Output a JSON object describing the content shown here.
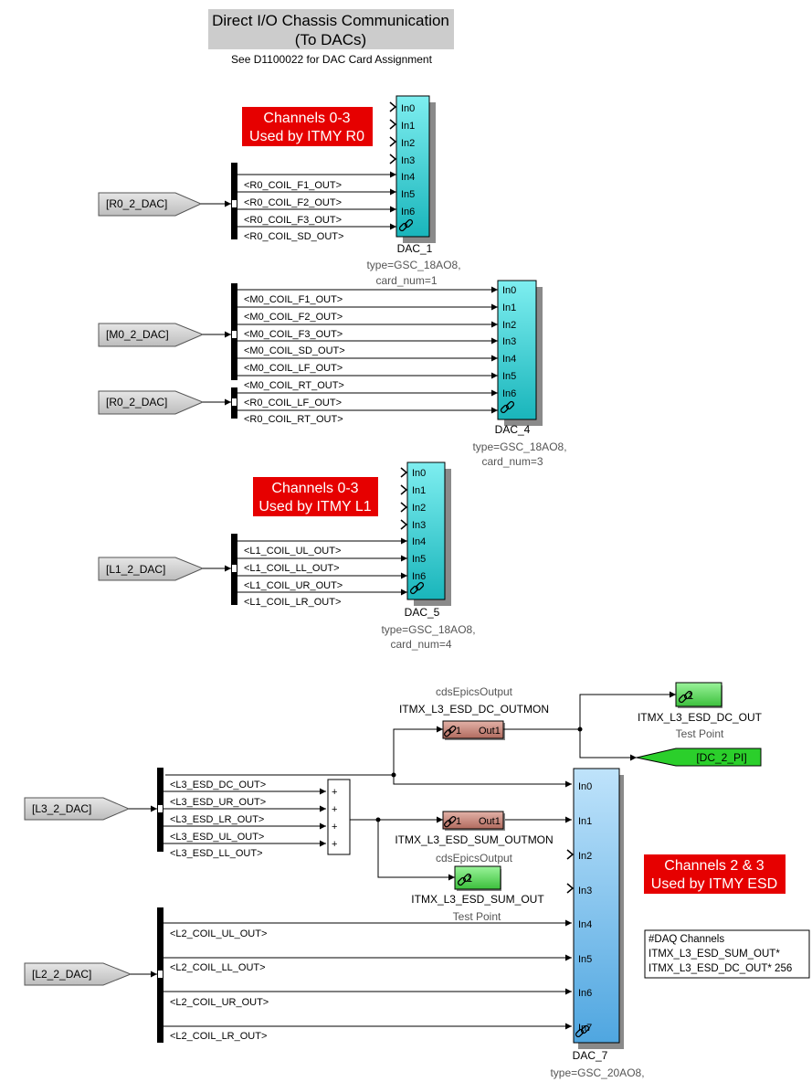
{
  "header": {
    "title_line1": "Direct I/O Chassis Communication",
    "title_line2": "(To DACs)",
    "subtitle": "See D1100022 for DAC Card Assignment"
  },
  "colors": {
    "title_bg": "#cccccc",
    "annotation_red": "#e60000",
    "dac_teal": "#3fd4d8",
    "dac_blue": "#6bbcec",
    "goto_gray": "#d0d0d0",
    "testpoint_green": "#55d055",
    "epics_brown": "#c08070"
  },
  "annotations": {
    "r0": {
      "line1": "Channels 0-3",
      "line2": "Used by ITMY R0"
    },
    "l1": {
      "line1": "Channels 0-3",
      "line2": "Used by ITMY L1"
    },
    "esd": {
      "line1": "Channels 2 & 3",
      "line2": "Used by ITMY ESD"
    }
  },
  "ports": {
    "in0": "In0",
    "in1": "In1",
    "in2": "In2",
    "in3": "In3",
    "in4": "In4",
    "in5": "In5",
    "in6": "In6",
    "in7": "In7",
    "one": "1",
    "out1": "Out1",
    "plus": "+"
  },
  "from_tags": {
    "r0_a": "[R0_2_DAC]",
    "m0": "[M0_2_DAC]",
    "r0_b": "[R0_2_DAC]",
    "l1": "[L1_2_DAC]",
    "l3": "[L3_2_DAC]",
    "l2": "[L2_2_DAC]"
  },
  "goto_tag": "[DC_2_PI]",
  "signals": {
    "r0_a": [
      "<R0_COIL_F1_OUT>",
      "<R0_COIL_F2_OUT>",
      "<R0_COIL_F3_OUT>",
      "<R0_COIL_SD_OUT>"
    ],
    "m0": [
      "<M0_COIL_F1_OUT>",
      "<M0_COIL_F2_OUT>",
      "<M0_COIL_F3_OUT>",
      "<M0_COIL_SD_OUT>",
      "<M0_COIL_LF_OUT>",
      "<M0_COIL_RT_OUT>"
    ],
    "r0_b": [
      "<R0_COIL_LF_OUT>",
      "<R0_COIL_RT_OUT>"
    ],
    "l1": [
      "<L1_COIL_UL_OUT>",
      "<L1_COIL_LL_OUT>",
      "<L1_COIL_UR_OUT>",
      "<L1_COIL_LR_OUT>"
    ],
    "l3": [
      "<L3_ESD_DC_OUT>",
      "<L3_ESD_UR_OUT>",
      "<L3_ESD_LR_OUT>",
      "<L3_ESD_UL_OUT>",
      "<L3_ESD_LL_OUT>"
    ],
    "l2": [
      "<L2_COIL_UL_OUT>",
      "<L2_COIL_LL_OUT>",
      "<L2_COIL_UR_OUT>",
      "<L2_COIL_LR_OUT>"
    ]
  },
  "dacs": {
    "dac1": {
      "name": "DAC_1",
      "type": "type=GSC_18AO8,",
      "card": "card_num=1"
    },
    "dac4": {
      "name": "DAC_4",
      "type": "type=GSC_18AO8,",
      "card": "card_num=3"
    },
    "dac5": {
      "name": "DAC_5",
      "type": "type=GSC_18AO8,",
      "card": "card_num=4"
    },
    "dac7": {
      "name": "DAC_7",
      "type": "type=GSC_20AO8,"
    }
  },
  "epics": {
    "dc": {
      "label": "cdsEpicsOutput",
      "name": "ITMX_L3_ESD_DC_OUTMON"
    },
    "sum": {
      "label": "cdsEpicsOutput",
      "name": "ITMX_L3_ESD_SUM_OUTMON"
    }
  },
  "testpoints": {
    "dc": {
      "name": "ITMX_L3_ESD_DC_OUT",
      "label": "Test Point"
    },
    "sum": {
      "name": "ITMX_L3_ESD_SUM_OUT",
      "label": "Test Point"
    }
  },
  "daq_note": [
    "#DAQ Channels",
    "ITMX_L3_ESD_SUM_OUT*",
    "ITMX_L3_ESD_DC_OUT* 256"
  ]
}
